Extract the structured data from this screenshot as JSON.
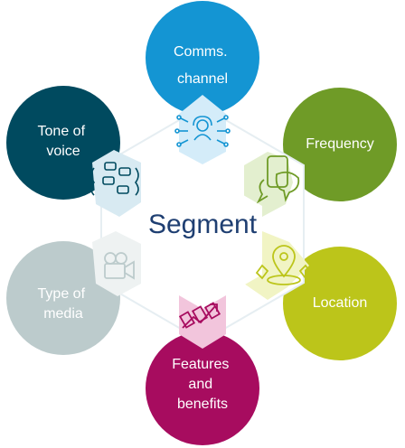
{
  "diagram": {
    "center": {
      "label": "Segment"
    },
    "segments": [
      {
        "key": "comms",
        "lines": [
          "Comms.",
          "channel"
        ],
        "color": "#1495d3",
        "icon": "support-agent-network-icon",
        "icon_color": "#1495d3"
      },
      {
        "key": "frequency",
        "lines": [
          "Frequency"
        ],
        "color": "#6f9b27",
        "icon": "chat-messages-icon",
        "icon_color": "#6f9b27"
      },
      {
        "key": "location",
        "lines": [
          "Location"
        ],
        "color": "#bcc51a",
        "icon": "map-pin-icon",
        "icon_color": "#bcc51a"
      },
      {
        "key": "features",
        "lines": [
          "Features",
          "and",
          "benefits"
        ],
        "color": "#a70c5f",
        "icon": "growth-chart-icon",
        "icon_color": "#a70c5f"
      },
      {
        "key": "type-of-media",
        "lines": [
          "Type of",
          "media"
        ],
        "color": "#bccbcc",
        "icon": "video-camera-icon",
        "icon_color": "#bccbcc"
      },
      {
        "key": "tone",
        "lines": [
          "Tone of",
          "voice"
        ],
        "color": "#004a5f",
        "icon": "speech-bubbles-icon",
        "icon_color": "#004a5f"
      }
    ]
  }
}
